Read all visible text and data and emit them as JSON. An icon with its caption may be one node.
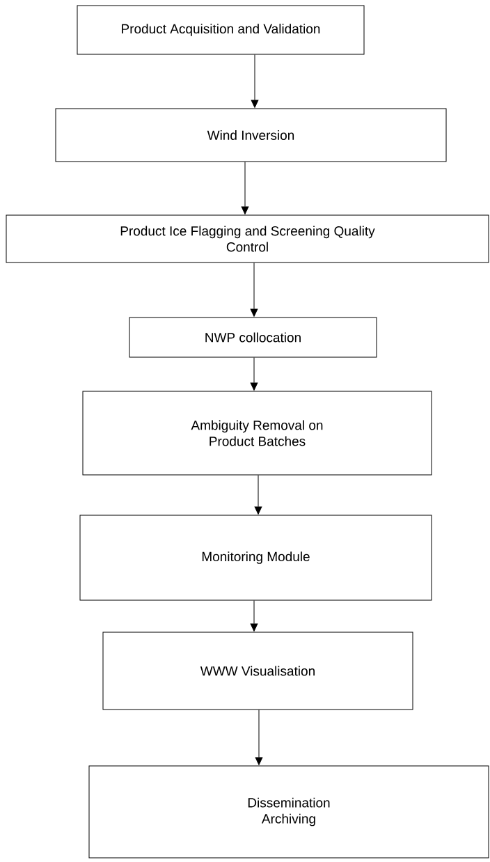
{
  "diagram": {
    "nodes": [
      {
        "text": [
          "Product Acquisition and Validation"
        ]
      },
      {
        "text": [
          "Wind Inversion"
        ]
      },
      {
        "text": [
          "Product Ice Flagging and Screening Quality Control"
        ]
      },
      {
        "text": [
          "NWP collocation"
        ]
      },
      {
        "text": [
          "Ambiguity Removal on Product Batches"
        ]
      },
      {
        "text": [
          "Monitoring Module"
        ]
      },
      {
        "text": [
          "WWW Visualisation"
        ]
      },
      {
        "text": [
          "Dissemination Archiving"
        ]
      }
    ],
    "edges": [
      {
        "from": 0,
        "to": 1,
        "arrow": "to"
      },
      {
        "from": 1,
        "to": 2,
        "arrow": "to"
      },
      {
        "from": 2,
        "to": 3,
        "arrow": "to"
      },
      {
        "from": 3,
        "to": 4,
        "arrow": "to"
      },
      {
        "from": 4,
        "to": 5,
        "arrow": "to"
      },
      {
        "from": 5,
        "to": 6,
        "arrow": "to"
      },
      {
        "from": 6,
        "to": 7,
        "arrow": "to"
      }
    ]
  }
}
